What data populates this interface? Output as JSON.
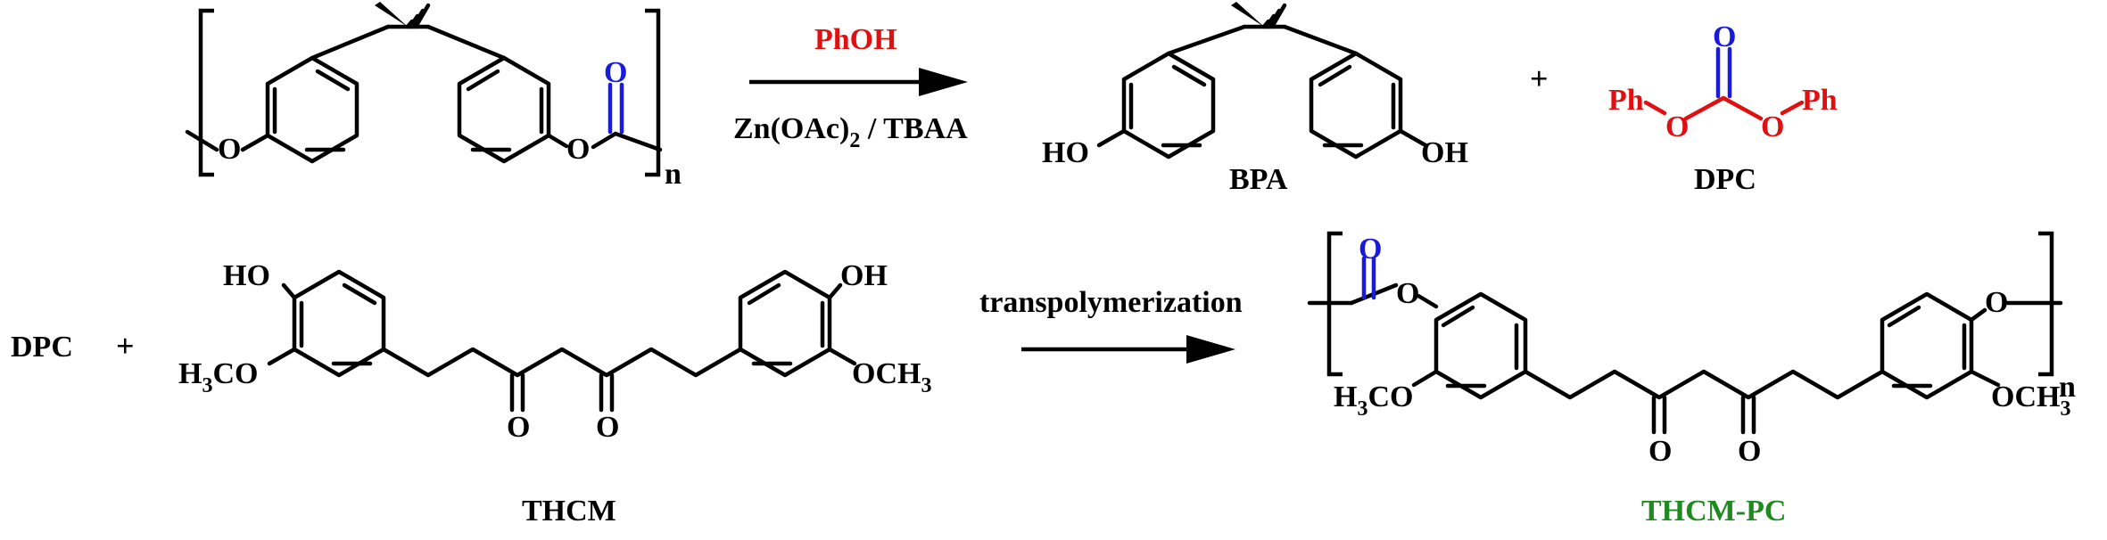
{
  "reaction1": {
    "reagent_top": "PhOH",
    "reagent_bottom_main": "Zn(OAc)",
    "reagent_bottom_sub": "2",
    "reagent_bottom_rest": " / TBAA",
    "plus": "+",
    "polymer_n": "n",
    "atom_O": "O",
    "bpa_left_oh": "HO",
    "bpa_right_oh": "OH",
    "bpa_name": "BPA",
    "dpc_ph": "Ph",
    "dpc_name": "DPC"
  },
  "reaction2": {
    "reactant_dpc": "DPC",
    "plus": "+",
    "arrow_label": "transpolymerization",
    "thcm_ho": "HO",
    "thcm_oh": "OH",
    "thcm_h3co_main": "H",
    "thcm_h3co_sub": "3",
    "thcm_h3co_rest": "CO",
    "thcm_och3_main": "OCH",
    "thcm_och3_sub": "3",
    "thcm_name": "THCM",
    "product_name": "THCM-PC",
    "product_n": "n"
  },
  "colors": {
    "reagent_red": "#e01010",
    "carbonyl_blue": "#1a1adb",
    "product_green": "#1f8a1f"
  }
}
